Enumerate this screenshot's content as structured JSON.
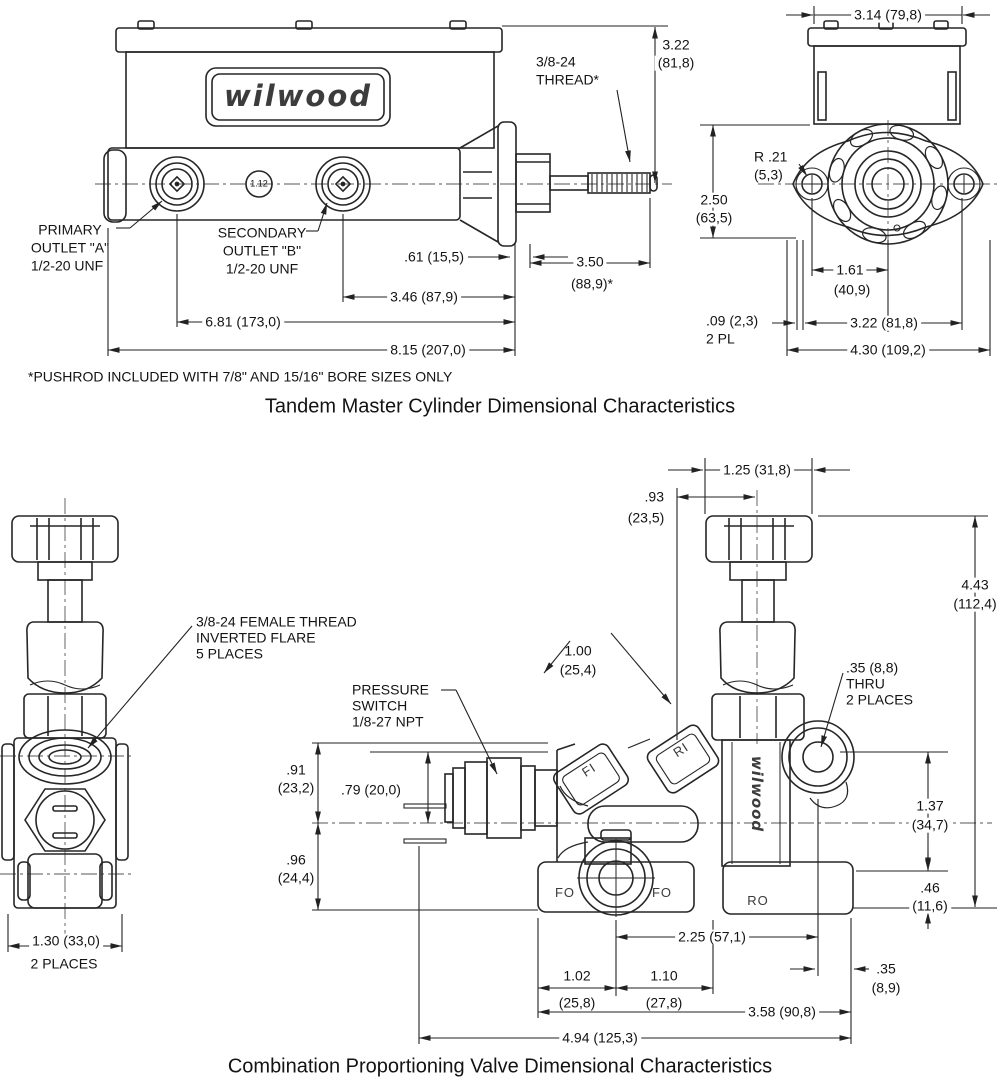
{
  "colors": {
    "ink": "#222222",
    "paper": "#ffffff"
  },
  "top": {
    "title": "Tandem Master Cylinder Dimensional Characteristics",
    "footnote": "*PUSHROD INCLUDED WITH 7/8\" AND 15/16\" BORE SIZES ONLY",
    "logo": "wilwood",
    "bore": "1.12",
    "labels": {
      "primary": [
        "PRIMARY",
        "OUTLET \"A\"",
        "1/2-20 UNF"
      ],
      "secondary": [
        "SECONDARY",
        "OUTLET \"B\"",
        "1/2-20 UNF"
      ],
      "thread": [
        "3/8-24",
        "THREAD*"
      ]
    },
    "dims": {
      "overall_height": [
        "3.22",
        "(81,8)"
      ],
      "flange_offset": ".61 (15,5)",
      "pushrod_length": [
        "3.50",
        "(88,9)*"
      ],
      "outlet_b_span": "3.46 (87,9)",
      "outlet_a_span": "6.81 (173,0)",
      "overall_length": "8.15 (207,0)",
      "reservoir_width": "3.14 (79,8)",
      "slot_radius": [
        "R .21",
        "(5,3)"
      ],
      "mount_height": [
        "2.50",
        "(63,5)"
      ],
      "cl_to_bolt": [
        "1.61",
        "(40,9)"
      ],
      "slot_offset": [
        ".09 (2,3)",
        "2 PL"
      ],
      "bolt_span": "3.22 (81,8)",
      "flange_width": "4.30 (109,2)"
    }
  },
  "bottom": {
    "title": "Combination Proportioning Valve Dimensional Characteristics",
    "logo": "wilwood",
    "labels": {
      "female_thread": [
        "3/8-24 FEMALE THREAD",
        "INVERTED FLARE",
        "5 PLACES"
      ],
      "pressure_switch": [
        "PRESSURE",
        "SWITCH",
        "1/8-27 NPT"
      ]
    },
    "ports": {
      "fi": "FI",
      "ri": "RI",
      "fo1": "FO",
      "fo2": "FO",
      "ro": "RO"
    },
    "dims": {
      "end_width": [
        "1.30 (33,0)",
        "2 PLACES"
      ],
      "cl_up": [
        ".91",
        "(23,2)"
      ],
      "switch_up": ".79 (20,0)",
      "cl_down": [
        ".96",
        "(24,4)"
      ],
      "knob_width": "1.25 (31,8)",
      "knob_offset": [
        ".93",
        "(23,5)"
      ],
      "overall_height": [
        "4.43",
        "(112,4)"
      ],
      "port_spacing": [
        "1.00",
        "(25,4)"
      ],
      "thru_hole": [
        ".35 (8,8)",
        "THRU",
        "2 PLACES"
      ],
      "hole_to_step": [
        "1.37",
        "(34,7)"
      ],
      "step_height": [
        ".46",
        "(11,6)"
      ],
      "fo_to_hole": "2.25 (57,1)",
      "edge_to_fo": [
        "1.02",
        "(25,8)"
      ],
      "fo_to_ro": [
        "1.10",
        "(27,8)"
      ],
      "hole_to_edge": [
        ".35",
        "(8,9)"
      ],
      "block_length": "3.58 (90,8)",
      "overall_length": "4.94 (125,3)"
    }
  }
}
